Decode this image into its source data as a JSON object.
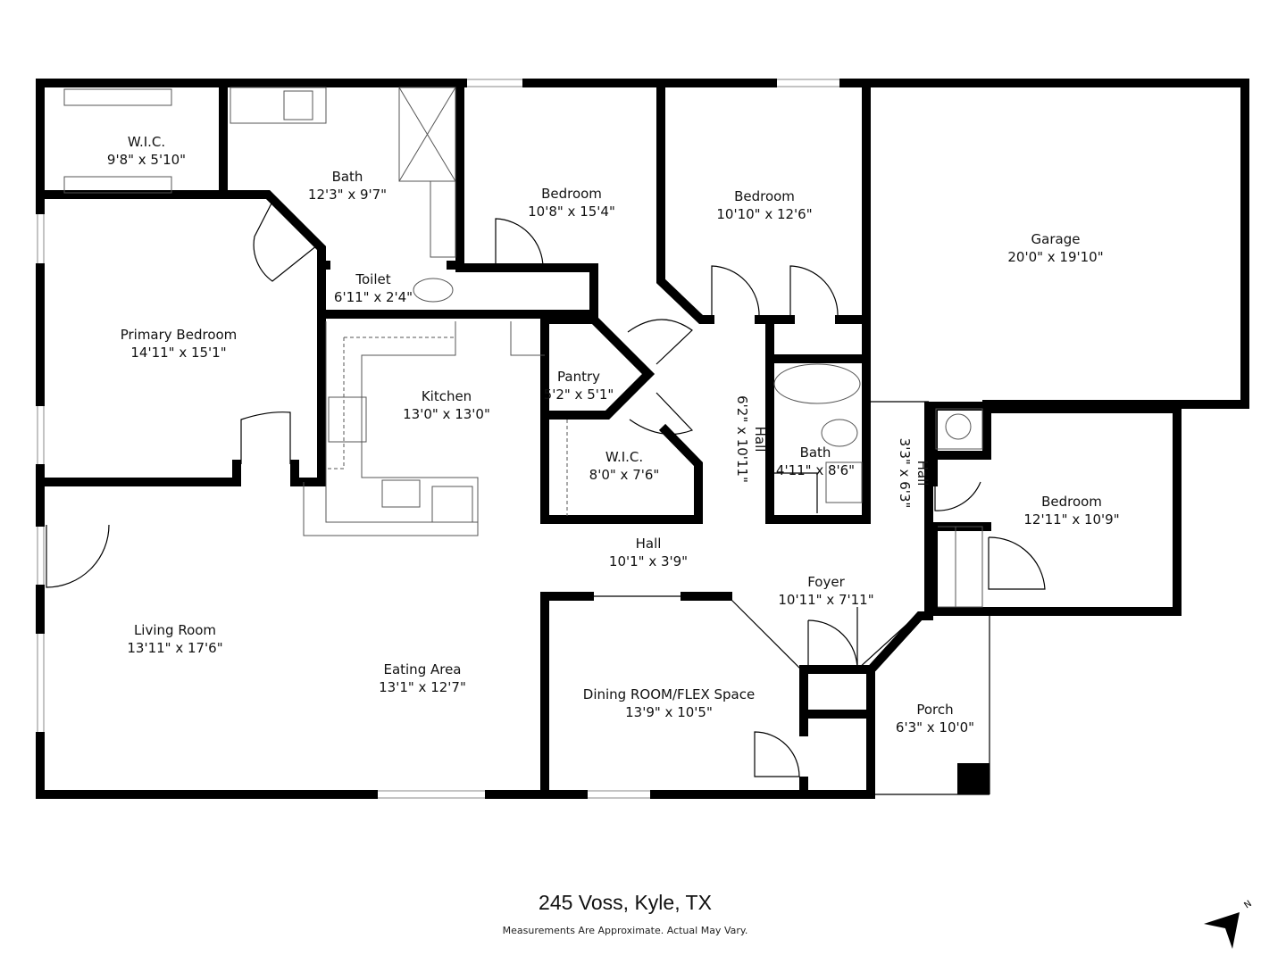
{
  "address": "245 Voss, Kyle, TX",
  "disclaimer": "Measurements Are Approximate. Actual May Vary.",
  "compass": {
    "label": "N",
    "icon": "north-arrow-icon"
  },
  "rooms": [
    {
      "name": "W.I.C.",
      "dims": "9'8\" x 5'10\""
    },
    {
      "name": "Bath",
      "dims": "12'3\" x 9'7\""
    },
    {
      "name": "Bedroom",
      "dims": "10'8\" x 15'4\""
    },
    {
      "name": "Bedroom",
      "dims": "10'10\" x 12'6\""
    },
    {
      "name": "Garage",
      "dims": "20'0\" x 19'10\""
    },
    {
      "name": "Toilet",
      "dims": "6'11\" x 2'4\""
    },
    {
      "name": "Primary Bedroom",
      "dims": "14'11\" x 15'1\""
    },
    {
      "name": "Kitchen",
      "dims": "13'0\" x 13'0\""
    },
    {
      "name": "Pantry",
      "dims": "5'2\" x 5'1\""
    },
    {
      "name": "W.I.C.",
      "dims": "8'0\" x 7'6\""
    },
    {
      "name": "Hall",
      "dims": "6'2\" x 10'11\""
    },
    {
      "name": "Bath",
      "dims": "4'11\" x 8'6\""
    },
    {
      "name": "Hall",
      "dims": "3'3\" x 6'3\""
    },
    {
      "name": "Bedroom",
      "dims": "12'11\" x 10'9\""
    },
    {
      "name": "Hall",
      "dims": "10'1\" x 3'9\""
    },
    {
      "name": "Foyer",
      "dims": "10'11\" x 7'11\""
    },
    {
      "name": "Living Room",
      "dims": "13'11\" x 17'6\""
    },
    {
      "name": "Eating Area",
      "dims": "13'1\" x 12'7\""
    },
    {
      "name": "Dining ROOM/FLEX Space",
      "dims": "13'9\" x 10'5\""
    },
    {
      "name": "Porch",
      "dims": "6'3\" x 10'0\""
    }
  ]
}
